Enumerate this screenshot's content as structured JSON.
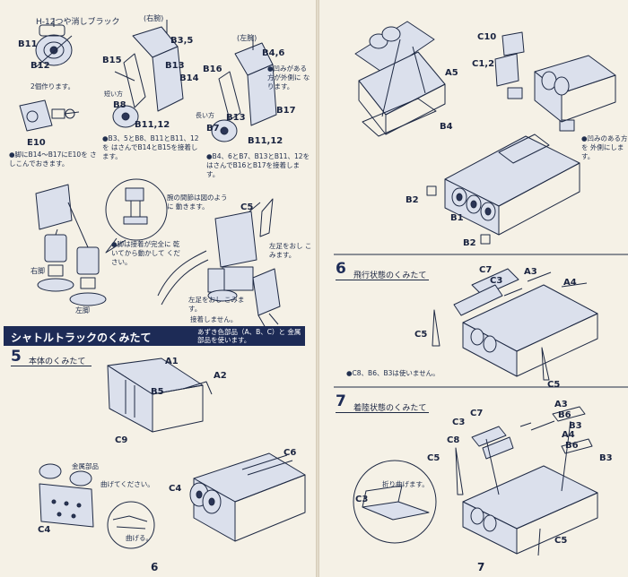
{
  "left_page": {
    "page_number": "6",
    "paint_note": "H-12つや消しブラック",
    "make_two": "2個作ります。",
    "head_left_label": "(右腕)",
    "head_right_label": "(左腕)",
    "insert_note": "●脚にB14〜B17にE10を さしこんでおきます。",
    "arm_right_note": "●B3、5とB8、B11とB11、12を はさんでB14とB15を接着します。",
    "arm_left_note": "●B4、6とB7、B13とB11、12を はさんでB16とB17を接着します。",
    "shape_note": "腕の間節は図のように 動きます。",
    "leg_note": "●脚は接着が完全に 乾いてから動かして ください。",
    "lock_note": "左足をおし こみます。",
    "glue_note": "接着しません。",
    "label_right": "右脚",
    "label_left": "左脚",
    "short_side": "短い方",
    "long_side": "長い方",
    "concave_note": "●凹みがある 方が外側に なります。",
    "parts": {
      "b11": "B11",
      "b12": "B12",
      "b35": "B3,5",
      "b15": "B15",
      "b13": "B13",
      "b14": "B14",
      "b8": "B8",
      "b1112": "B11,12",
      "b46": "B4,6",
      "b16": "B16",
      "b7": "B7",
      "b17": "B17",
      "e10": "E10",
      "c5": "C5",
      "b13b": "B13",
      "b1112b": "B11,12"
    },
    "banner_title": "シャトルトラックのくみたて",
    "banner_note": "あずき色部品（A、B、C）と 金属部品を使います。",
    "step5_number": "5",
    "step5_title": "本体のくみたて",
    "step5_parts": {
      "a1": "A1",
      "a2": "A2",
      "b5": "B5",
      "c9": "C9",
      "c6": "C6",
      "c4": "C4",
      "c4b": "C4"
    },
    "metal_note": "金属部品",
    "bend_note": "曲げてください。",
    "bend_short": "曲げる。"
  },
  "right_page": {
    "page_number": "7",
    "top_parts": {
      "a5": "A5",
      "b4": "B4",
      "c10": "C10",
      "c12": "C1,2",
      "b2": "B2",
      "b1": "B1",
      "b2b": "B2"
    },
    "concave_note": "●凹みのある方を 外側にします。",
    "step6_number": "6",
    "step6_title": "飛行状態のくみたて",
    "step6_parts": {
      "c7": "C7",
      "c3": "C3",
      "a3": "A3",
      "a4": "A4",
      "c5": "C5",
      "c5b": "C5"
    },
    "step6_note": "●C8、B6、B3は使いません。",
    "step7_number": "7",
    "step7_title": "着陸状態のくみたて",
    "step7_parts": {
      "a3": "A3",
      "b6": "B6",
      "c7": "C7",
      "c3": "C3",
      "b3": "B3",
      "c8": "C8",
      "a4": "A4",
      "b6b": "B6",
      "c5": "C5",
      "b3b": "B3",
      "c3b": "C3",
      "c5b": "C5"
    },
    "fold_note": "折り曲げます。"
  }
}
